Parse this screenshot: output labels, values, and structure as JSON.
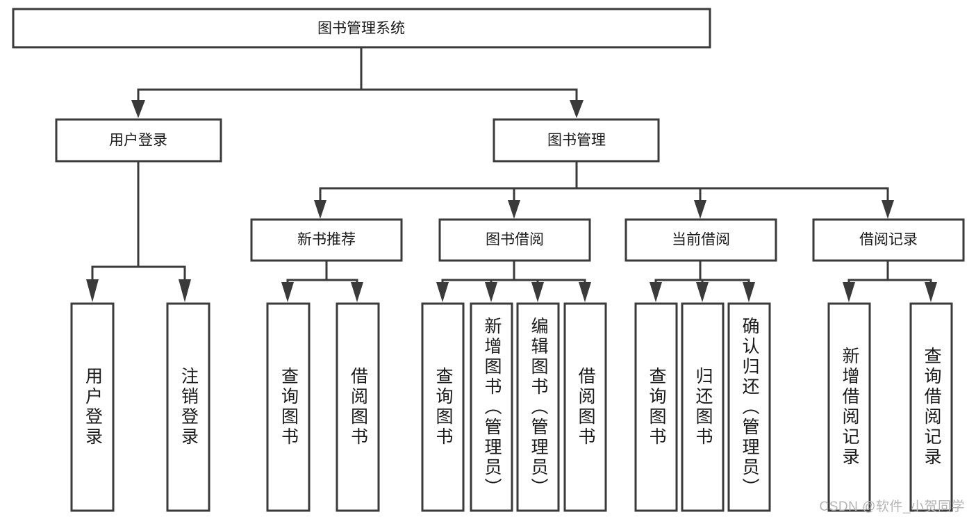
{
  "diagram": {
    "title": "图书管理系统",
    "type": "hierarchy-tree",
    "root": {
      "id": "root",
      "label": "图书管理系统",
      "level": 1,
      "orientation": "horizontal"
    },
    "level2": [
      {
        "id": "user-login",
        "label": "用户登录",
        "level": 2,
        "orientation": "horizontal"
      },
      {
        "id": "book-management",
        "label": "图书管理",
        "level": 2,
        "orientation": "horizontal"
      }
    ],
    "level3": [
      {
        "id": "new-book-recommend",
        "label": "新书推荐",
        "level": 3,
        "orientation": "horizontal",
        "parent": "book-management"
      },
      {
        "id": "book-borrow",
        "label": "图书借阅",
        "level": 3,
        "orientation": "horizontal",
        "parent": "book-management"
      },
      {
        "id": "current-borrow",
        "label": "当前借阅",
        "level": 3,
        "orientation": "horizontal",
        "parent": "book-management"
      },
      {
        "id": "borrow-record",
        "label": "借阅记录",
        "level": 3,
        "orientation": "horizontal",
        "parent": "book-management"
      }
    ],
    "leaves": [
      {
        "id": "leaf-user-login",
        "label": "用户登录",
        "parent": "user-login",
        "orientation": "vertical"
      },
      {
        "id": "leaf-logout",
        "label": "注销登录",
        "parent": "user-login",
        "orientation": "vertical"
      },
      {
        "id": "leaf-query-book-1",
        "label": "查询图书",
        "parent": "new-book-recommend",
        "orientation": "vertical"
      },
      {
        "id": "leaf-borrow-book-1",
        "label": "借阅图书",
        "parent": "new-book-recommend",
        "orientation": "vertical"
      },
      {
        "id": "leaf-query-book-2",
        "label": "查询图书",
        "parent": "book-borrow",
        "orientation": "vertical"
      },
      {
        "id": "leaf-add-book",
        "label": "新增图书（管理员）",
        "parent": "book-borrow",
        "orientation": "vertical"
      },
      {
        "id": "leaf-edit-book",
        "label": "编辑图书（管理员）",
        "parent": "book-borrow",
        "orientation": "vertical"
      },
      {
        "id": "leaf-borrow-book-2",
        "label": "借阅图书",
        "parent": "book-borrow",
        "orientation": "vertical"
      },
      {
        "id": "leaf-query-book-3",
        "label": "查询图书",
        "parent": "current-borrow",
        "orientation": "vertical"
      },
      {
        "id": "leaf-return-book",
        "label": "归还图书",
        "parent": "current-borrow",
        "orientation": "vertical"
      },
      {
        "id": "leaf-confirm-return",
        "label": "确认归还（管理员）",
        "parent": "current-borrow",
        "orientation": "vertical"
      },
      {
        "id": "leaf-add-record",
        "label": "新增借阅记录",
        "parent": "borrow-record",
        "orientation": "vertical"
      },
      {
        "id": "leaf-query-record",
        "label": "查询借阅记录",
        "parent": "borrow-record",
        "orientation": "vertical"
      }
    ]
  },
  "watermark": {
    "text": "CSDN @软件_小贺同学"
  },
  "colors": {
    "stroke": "#3a3a3a",
    "fill": "#ffffff",
    "text": "#1a1a1a",
    "watermark": "#b4b4b4",
    "background": "#ffffff"
  }
}
